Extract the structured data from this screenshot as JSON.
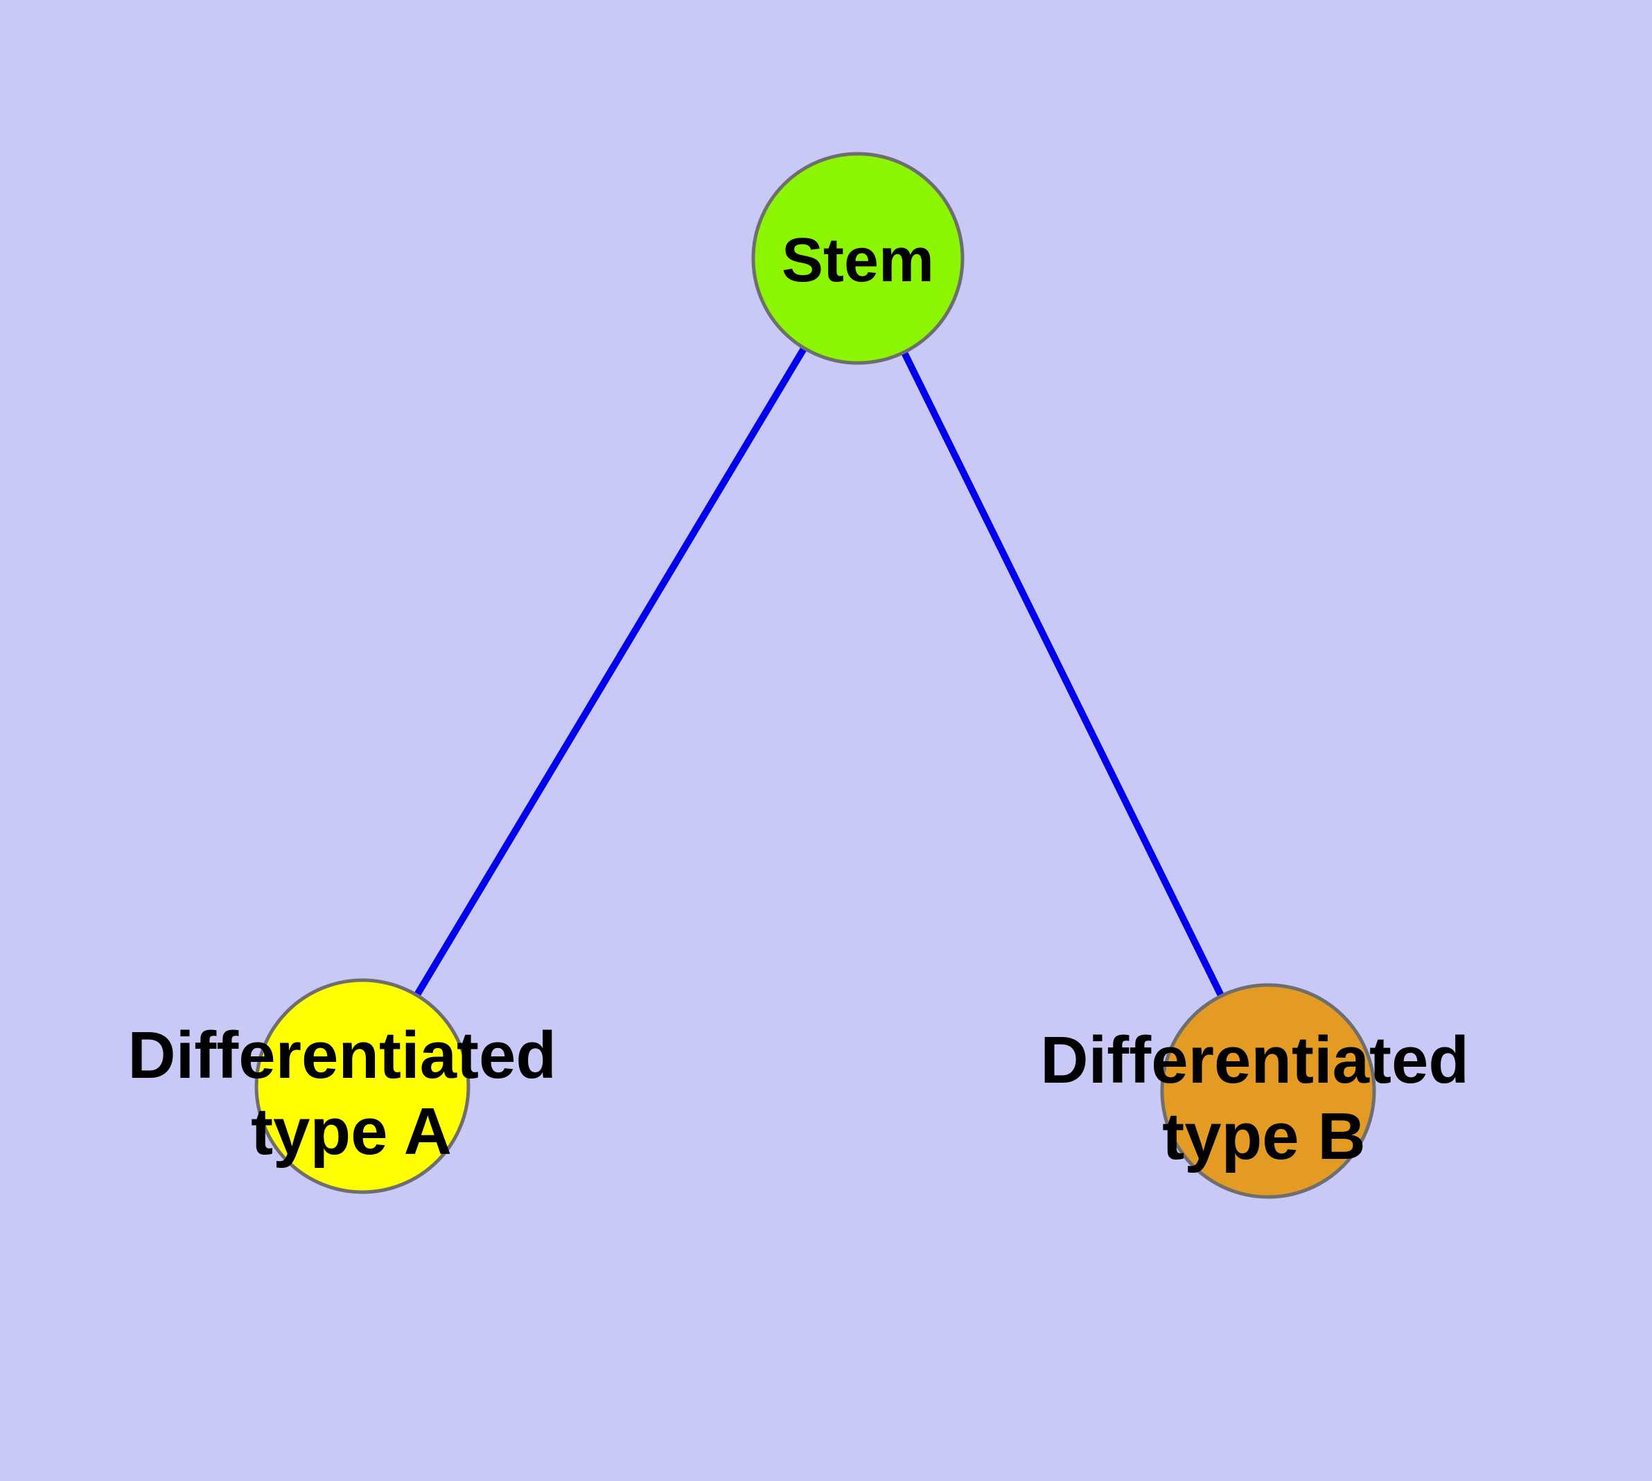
{
  "diagram": {
    "background_color": "#C9C9F7",
    "edge_color": "#0000EE",
    "node_border_color": "#6E6E6E",
    "label_color": "#000000",
    "nodes": {
      "stem": {
        "label": "Stem",
        "fill": "#8CF500"
      },
      "type_a": {
        "label_line1": "Differentiated",
        "label_line2": "type A",
        "fill": "#FFFF00"
      },
      "type_b": {
        "label_line1": "Differentiated",
        "label_line2": "type B",
        "fill": "#E49B23"
      }
    },
    "edges": [
      {
        "from": "Stem",
        "to": "Differentiated type A"
      },
      {
        "from": "Stem",
        "to": "Differentiated type B"
      }
    ]
  }
}
